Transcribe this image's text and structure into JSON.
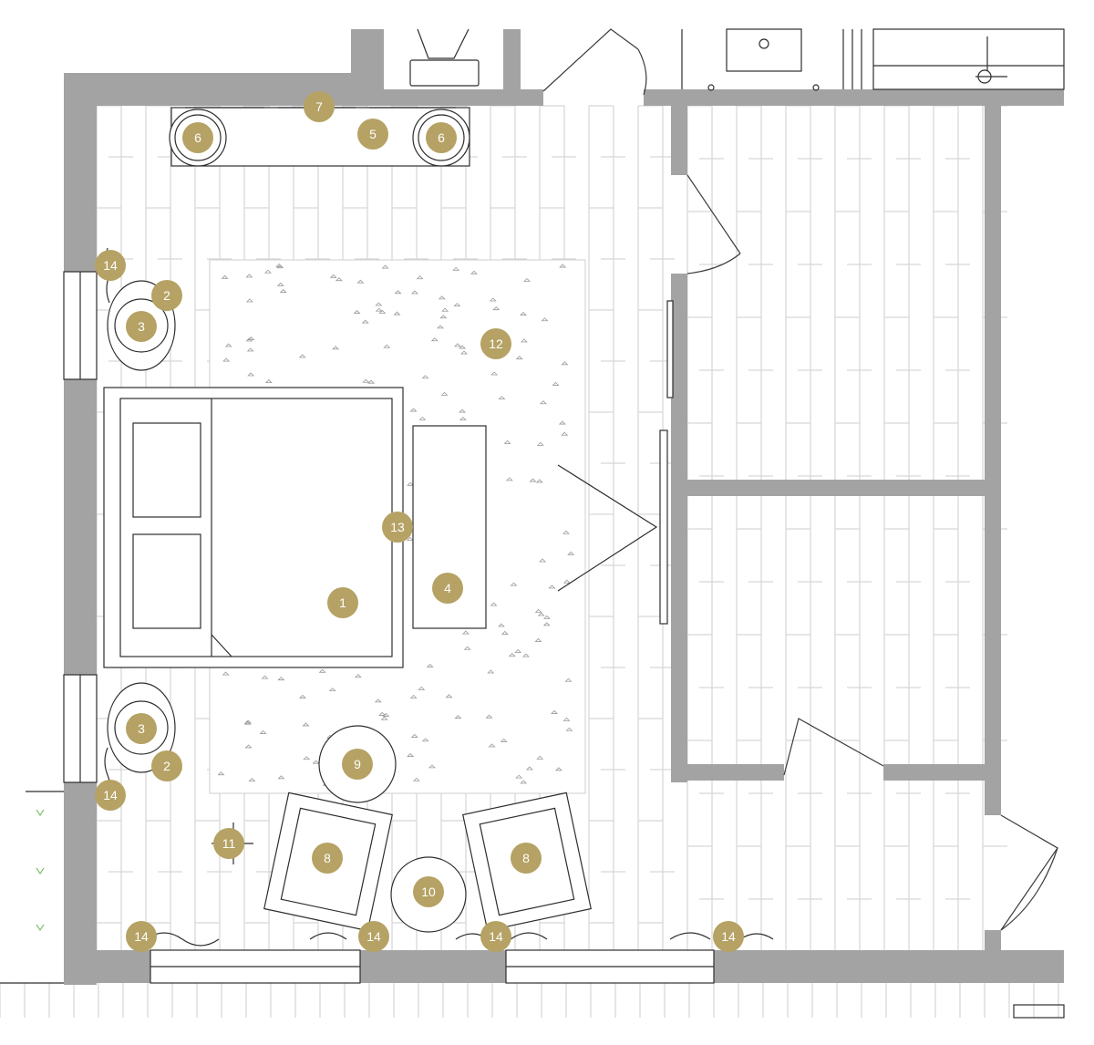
{
  "plan": {
    "accent_color": "#b5a264",
    "wall_color": "#a3a3a3",
    "markers": [
      {
        "id": "m1",
        "label": "1"
      },
      {
        "id": "m2a",
        "label": "2"
      },
      {
        "id": "m2b",
        "label": "2"
      },
      {
        "id": "m3a",
        "label": "3"
      },
      {
        "id": "m3b",
        "label": "3"
      },
      {
        "id": "m4",
        "label": "4"
      },
      {
        "id": "m5",
        "label": "5"
      },
      {
        "id": "m6a",
        "label": "6"
      },
      {
        "id": "m6b",
        "label": "6"
      },
      {
        "id": "m7",
        "label": "7"
      },
      {
        "id": "m8a",
        "label": "8"
      },
      {
        "id": "m8b",
        "label": "8"
      },
      {
        "id": "m9",
        "label": "9"
      },
      {
        "id": "m10",
        "label": "10"
      },
      {
        "id": "m11",
        "label": "11"
      },
      {
        "id": "m12",
        "label": "12"
      },
      {
        "id": "m13",
        "label": "13"
      },
      {
        "id": "m14a",
        "label": "14"
      },
      {
        "id": "m14b",
        "label": "14"
      },
      {
        "id": "m14c",
        "label": "14"
      },
      {
        "id": "m14d",
        "label": "14"
      },
      {
        "id": "m14e",
        "label": "14"
      },
      {
        "id": "m14f",
        "label": "14"
      }
    ]
  }
}
